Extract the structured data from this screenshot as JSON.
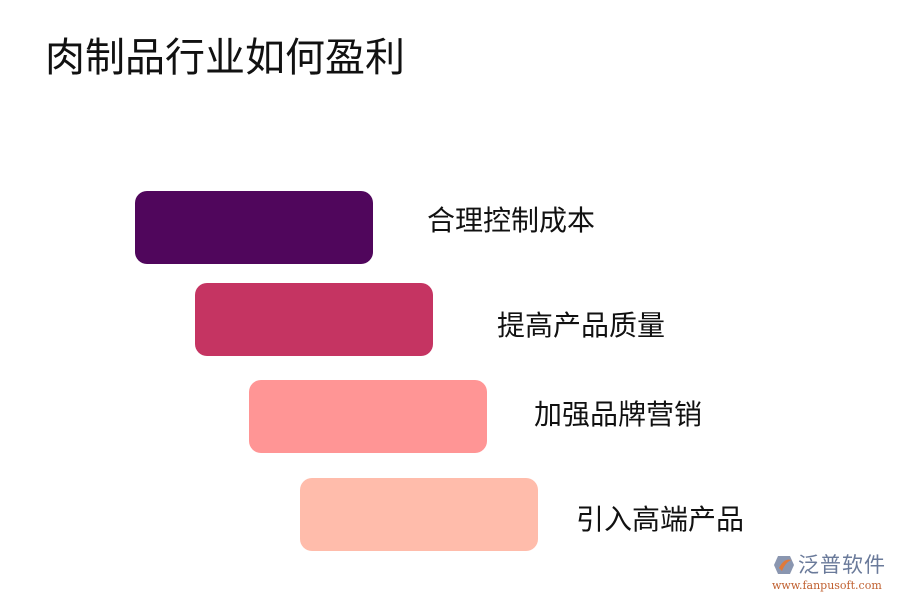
{
  "title": "肉制品行业如何盈利",
  "steps": [
    {
      "label": "合理控制成本",
      "color": "#50065c"
    },
    {
      "label": "提高产品质量",
      "color": "#c53462"
    },
    {
      "label": "加强品牌营销",
      "color": "#ff9595"
    },
    {
      "label": "引入高端产品",
      "color": "#ffbcab"
    }
  ],
  "logo": {
    "name": "泛普软件",
    "url": "www.fanpusoft.com",
    "icon": "fanpu-logo-icon"
  }
}
